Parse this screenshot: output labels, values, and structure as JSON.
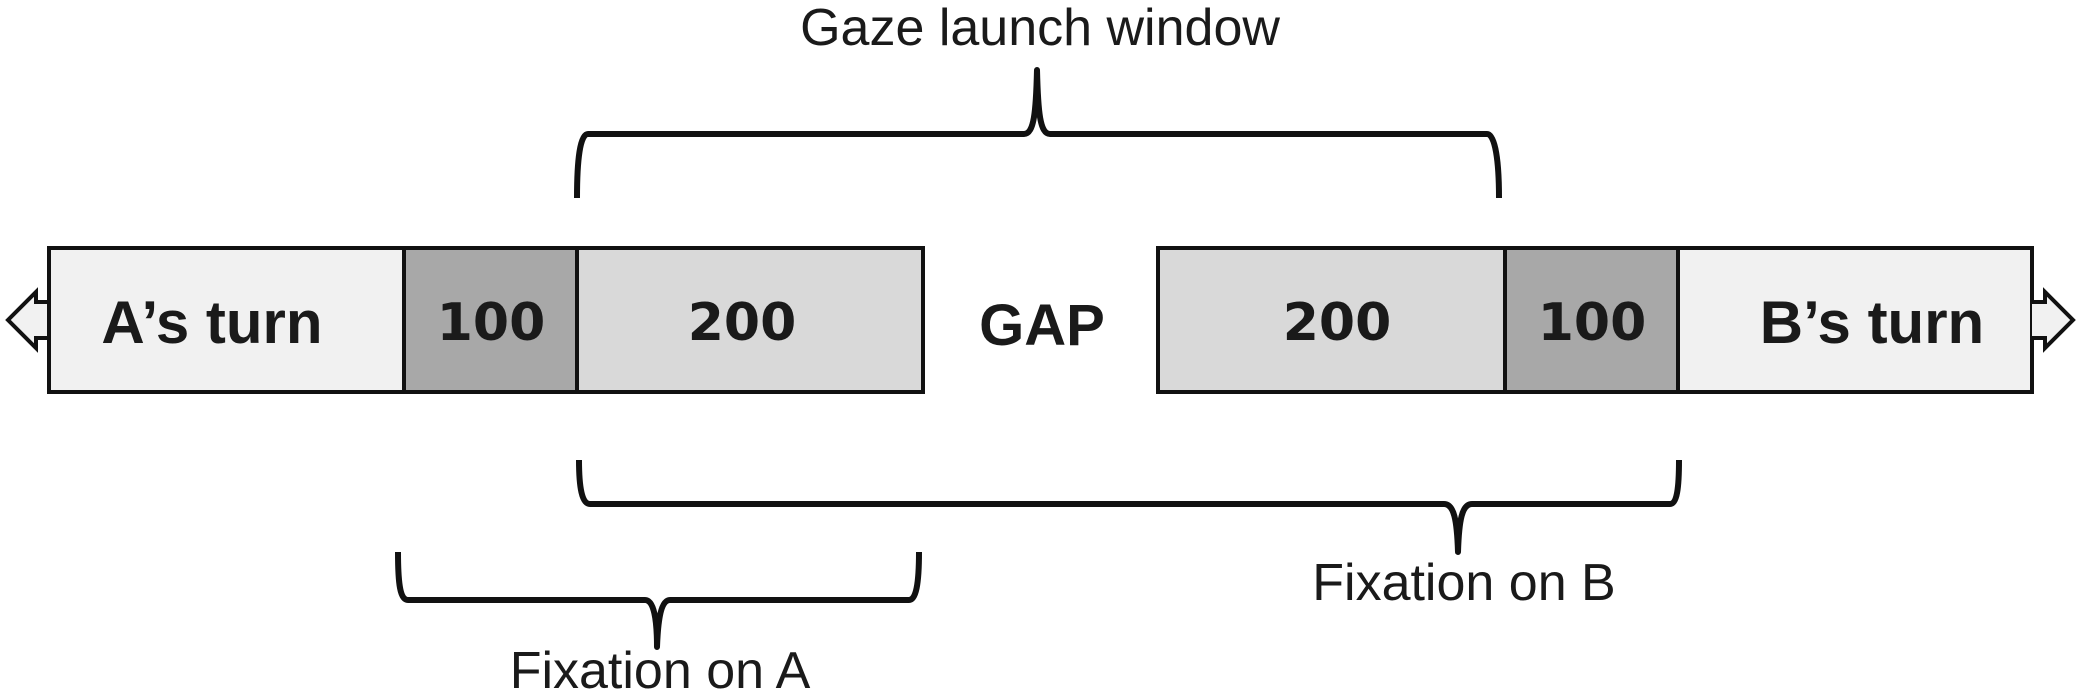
{
  "colors": {
    "turn_fill": "#f1f1f1",
    "light_fill": "#d9d9d9",
    "dark_fill": "#a8a8a8",
    "stroke": "#111111"
  },
  "turn_a": {
    "label": "A’s turn"
  },
  "turn_b": {
    "label": "B’s turn"
  },
  "gap": {
    "label": "GAP"
  },
  "segments": {
    "a_100": "100",
    "a_200": "200",
    "b_200": "200",
    "b_100": "100"
  },
  "braces": {
    "gaze_launch_window": "Gaze launch window",
    "fixation_on_a": "Fixation on A",
    "fixation_on_b": "Fixation on B"
  }
}
